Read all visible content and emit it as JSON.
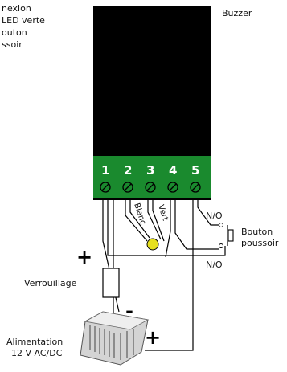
{
  "note_lines": [
    "nexion",
    "LED verte",
    "outon",
    "ssoir"
  ],
  "module_label": "Buzzer",
  "terminals": [
    "1",
    "2",
    "3",
    "4",
    "5"
  ],
  "wire_labels": {
    "blanc": "Blanc",
    "vert": "Vert"
  },
  "no_label_top": "N/O",
  "no_label_bottom": "N/O",
  "button_label_lines": [
    "Bouton",
    "poussoir"
  ],
  "lock_label": "Verrouillage",
  "power_label_lines": [
    "Alimentation",
    "12 V AC/DC"
  ],
  "polarity": {
    "plus_lock": "+",
    "minus": "-",
    "plus_power": "+"
  },
  "colors": {
    "module": "#000000",
    "terminal_strip": "#1a8a2e",
    "led": "#e6e01e",
    "wire": "#000000"
  }
}
